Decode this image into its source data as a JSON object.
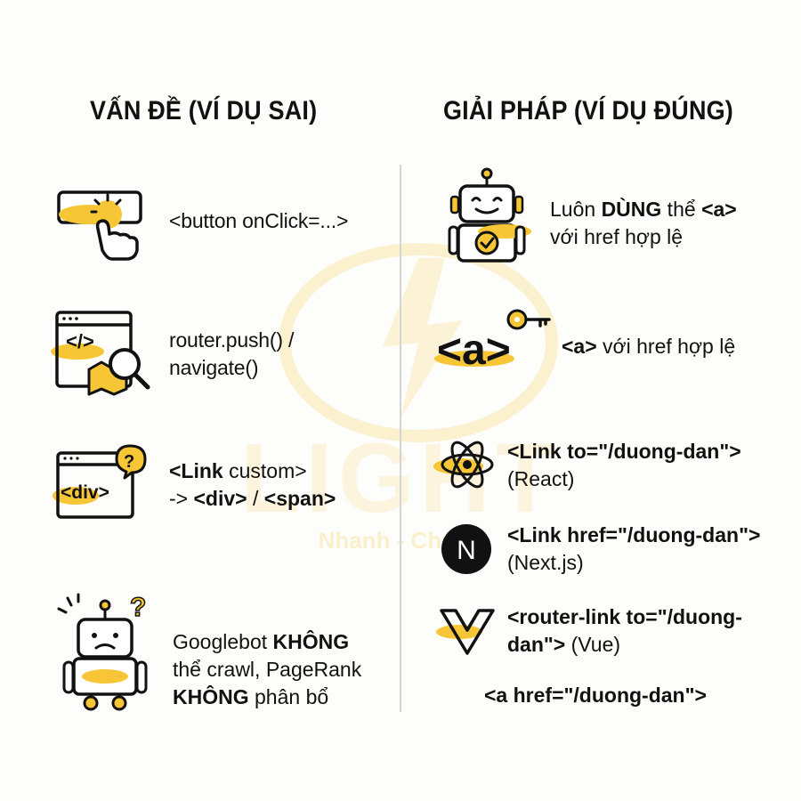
{
  "headers": {
    "left": "VẤN ĐỀ (VÍ DỤ SAI)",
    "right": "GIẢI PHÁP (VÍ DỤ ĐÚNG)"
  },
  "watermark": {
    "brand": "LIGHT",
    "tagline": "Nhanh - Chuẩn"
  },
  "left_items": [
    {
      "text": "<button onClick=...>"
    },
    {
      "line1": "router.push() /",
      "line2": "navigate()"
    },
    {
      "line1_bold": "<Link",
      "line1_rest": " custom>",
      "line2_a": "-> ",
      "line2_b": "<div>",
      "line2_c": " / ",
      "line2_d": "<span>"
    },
    {
      "line1_a": "Googlebot ",
      "line1_b": "KHÔNG",
      "line2": "thể crawl, PageRank",
      "line3_a": "KHÔNG",
      "line3_b": " phân bổ"
    }
  ],
  "right_items": [
    {
      "line1_a": "Luôn ",
      "line1_b": "DÙNG",
      "line1_c": " thể ",
      "line1_d": "<a>",
      "line2": "với href hợp lệ",
      "icon_tag": "<a>"
    },
    {
      "a_bold": "<a>",
      "rest": " với href hợp lệ"
    },
    {
      "line1": "<Link to=\"/duong-dan\">",
      "line2": "(React)"
    },
    {
      "line1": "<Link href=\"/duong-dan\">",
      "line2": "(Next.js)",
      "icon_letter": "N"
    },
    {
      "line1": "<router-link to=\"/duong-",
      "line2_bold": "dan\">",
      "line2_rest": " (Vue)"
    }
  ],
  "footer": "<a href=\"/duong-dan\">",
  "colors": {
    "accent": "#f7c636",
    "ink": "#111111",
    "divider": "#d4d4d4"
  }
}
